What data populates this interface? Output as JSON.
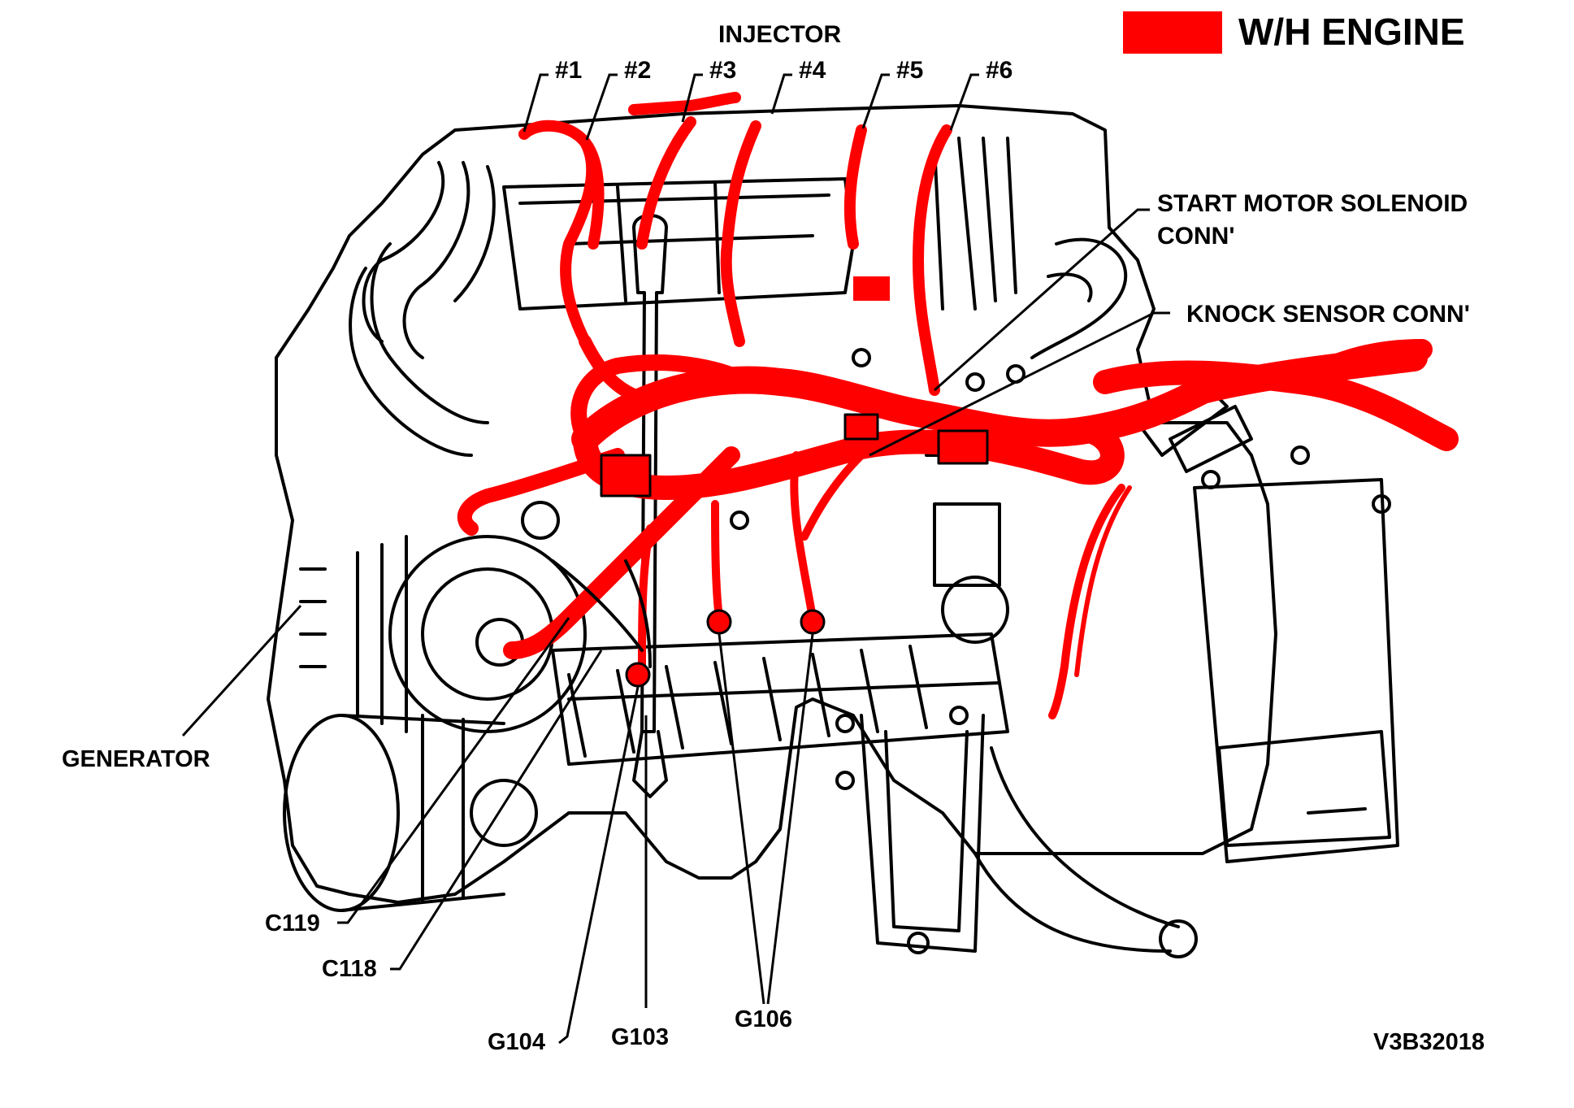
{
  "legend": {
    "label": "W/H ENGINE",
    "color": "#ff0000"
  },
  "labels": {
    "injector": "INJECTOR",
    "injector_numbers": [
      "#1",
      "#2",
      "#3",
      "#4",
      "#5",
      "#6"
    ],
    "start_motor_line1": "START MOTOR SOLENOID",
    "start_motor_line2": "CONN'",
    "knock_sensor": "KNOCK SENSOR CONN'",
    "generator": "GENERATOR",
    "c119": "C119",
    "c118": "C118",
    "g104": "G104",
    "g103": "G103",
    "g106": "G106",
    "figure_code": "V3B32018"
  },
  "colors": {
    "harness": "#ff0000",
    "line": "#000000",
    "background": "#ffffff"
  }
}
